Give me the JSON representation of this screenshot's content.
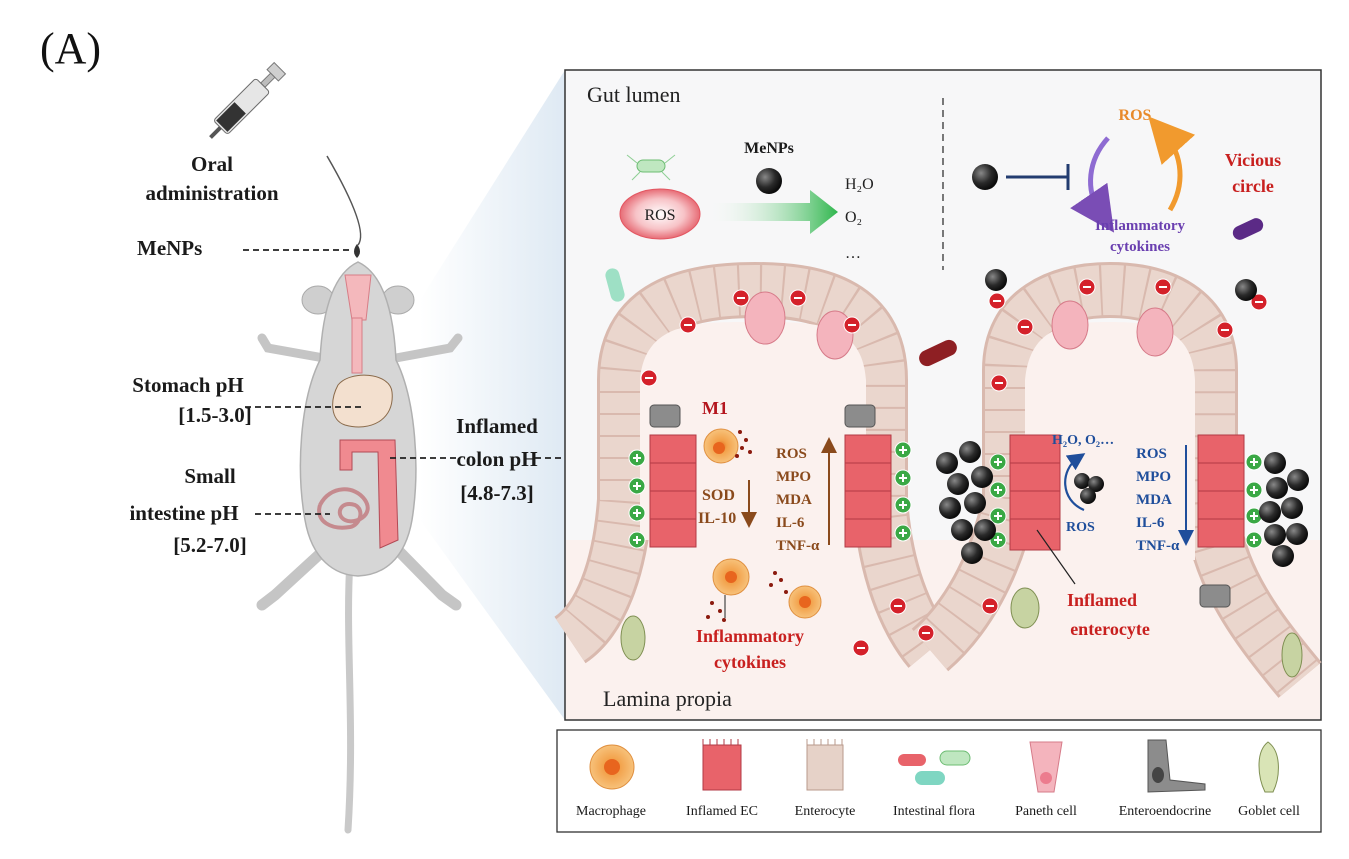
{
  "panel_label": "(A)",
  "mouse": {
    "oral_label_1": "Oral",
    "oral_label_2": "administration",
    "menps_label": "MeNPs",
    "stomach_1": "Stomach pH",
    "stomach_2": "[1.5-3.0]",
    "small_1": "Small",
    "small_2": "intestine pH",
    "small_3": "[5.2-7.0]",
    "colon_1": "Inflamed",
    "colon_2": "colon pH",
    "colon_3": "[4.8-7.3]"
  },
  "gut": {
    "lumen_label": "Gut lumen",
    "lamina_label": "Lamina propia",
    "menps_label": "MeNPs",
    "ros_bubble": "ROS",
    "products": [
      "H₂O",
      "O₂",
      "…"
    ],
    "cycle_ros": "ROS",
    "cycle_cytokines_1": "Inflammatory",
    "cycle_cytokines_2": "cytokines",
    "vicious_1": "Vicious",
    "vicious_2": "circle",
    "m1_label": "M1",
    "down_markers": [
      "SOD",
      "IL-10"
    ],
    "up_markers": [
      "ROS",
      "MPO",
      "MDA",
      "IL-6",
      "TNF-α"
    ],
    "inflam_cyto_1": "Inflammatory",
    "inflam_cyto_2": "cytokines",
    "scav_products": "H₂O, O₂…",
    "scav_ros": "ROS",
    "reduced_markers": [
      "ROS",
      "MPO",
      "MDA",
      "IL-6",
      "TNF-α"
    ],
    "inflamed_ent_1": "Inflamed",
    "inflamed_ent_2": "enterocyte"
  },
  "legend": [
    {
      "label": "Macrophage",
      "icon": "macrophage-icon"
    },
    {
      "label": "Inflamed EC",
      "icon": "inflamed-ec-icon"
    },
    {
      "label": "Enterocyte",
      "icon": "enterocyte-icon"
    },
    {
      "label": "Intestinal flora",
      "icon": "flora-icon"
    },
    {
      "label": "Paneth cell",
      "icon": "paneth-icon"
    },
    {
      "label": "Enteroendocrine",
      "icon": "enteroendocrine-icon"
    },
    {
      "label": "Goblet cell",
      "icon": "goblet-icon"
    }
  ],
  "colors": {
    "ros_dark_red": "#8b1a0e",
    "brown": "#8a4a1c",
    "blue": "#1f4e9b",
    "orange": "#e88a2a",
    "purple": "#7a4db5",
    "inflamed": "#e8636a",
    "enterocyte": "#e6d2c8",
    "green": "#3aa845",
    "red": "#d4212a"
  }
}
